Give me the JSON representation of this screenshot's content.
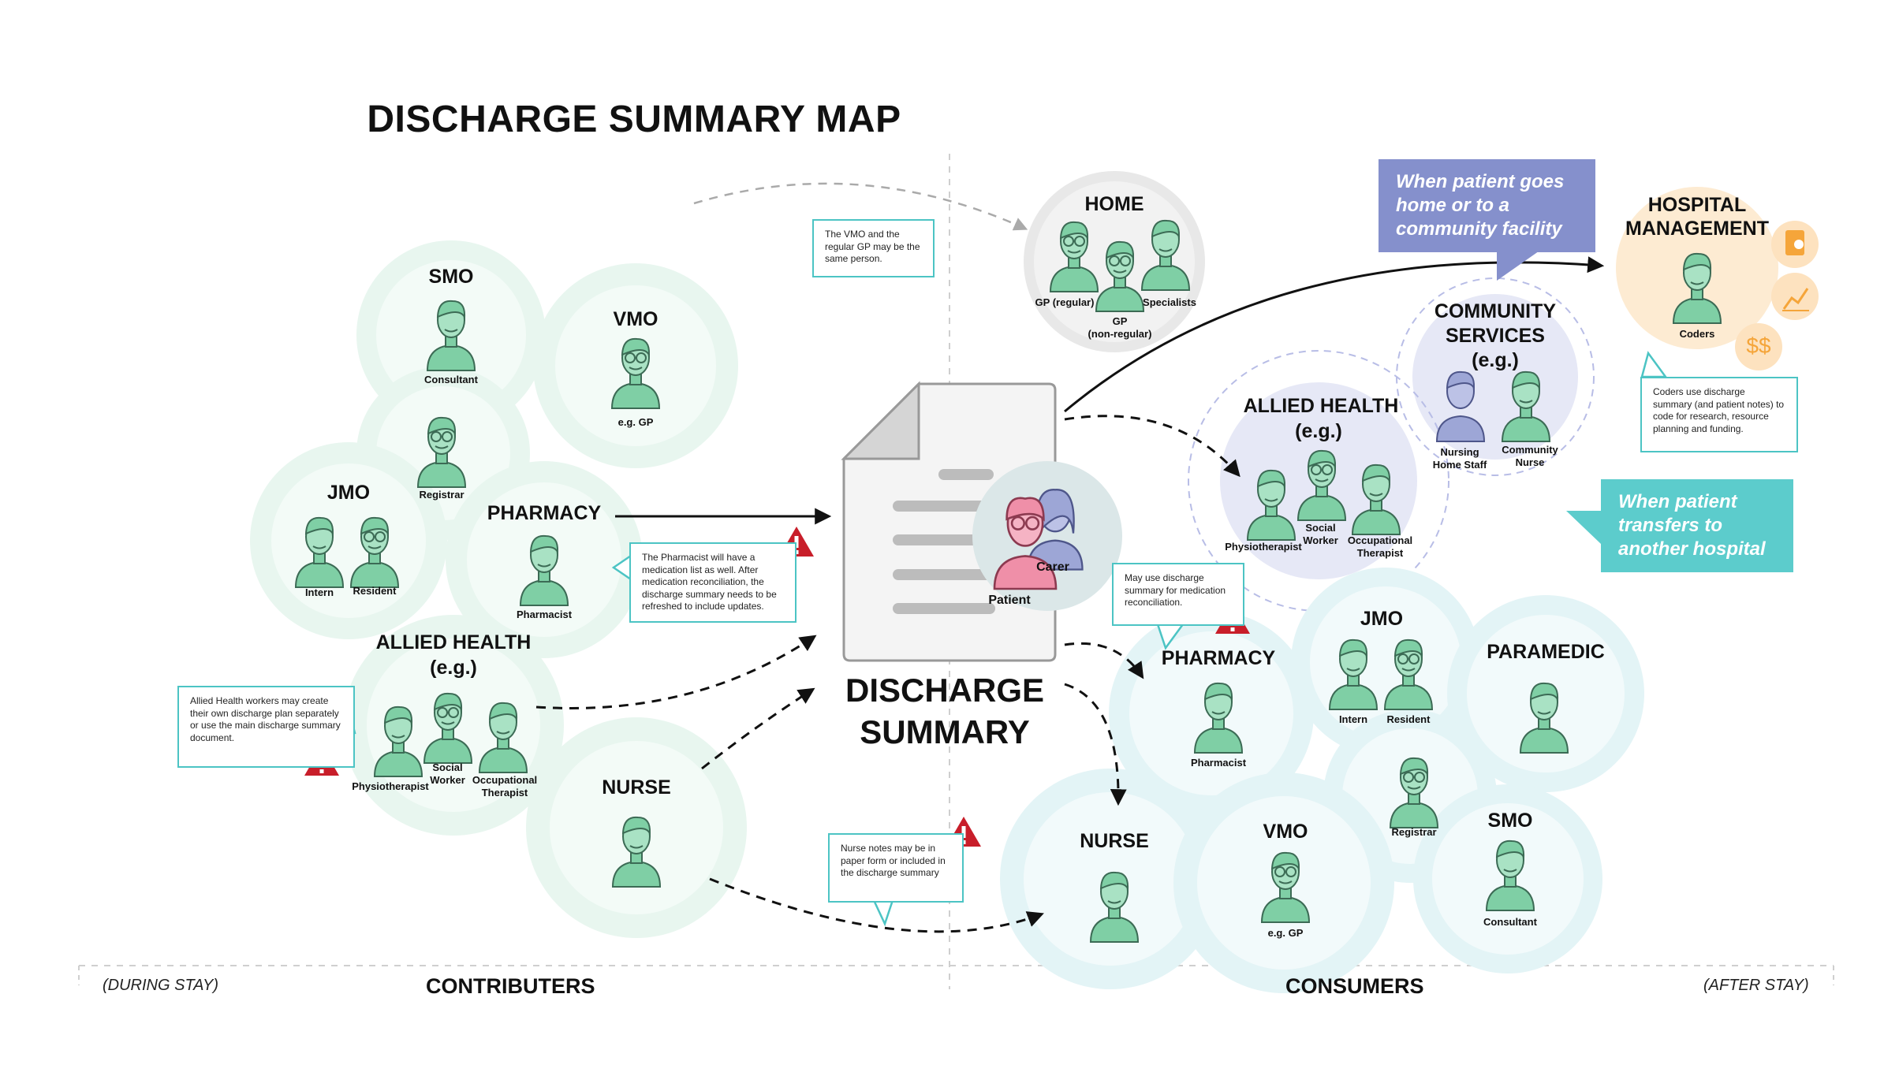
{
  "title": "DISCHARGE SUMMARY MAP",
  "document": {
    "title_line1": "DISCHARGE",
    "title_line2": "SUMMARY",
    "patient": "Patient",
    "carer": "Carer"
  },
  "contributors": {
    "smo": {
      "title": "SMO",
      "role": "Consultant"
    },
    "vmo": {
      "title": "VMO",
      "role": "e.g. GP"
    },
    "registrar": "Registrar",
    "jmo": {
      "title": "JMO",
      "roles": [
        "Intern",
        "Resident"
      ]
    },
    "pharmacy": {
      "title": "PHARMACY",
      "role": "Pharmacist"
    },
    "allied": {
      "title": "ALLIED HEALTH",
      "sub": "(e.g.)",
      "physio": "Physiotherapist",
      "social_1": "Social",
      "social_2": "Worker",
      "ot_1": "Occupational",
      "ot_2": "Therapist"
    },
    "nurse": {
      "title": "NURSE"
    }
  },
  "consumers": {
    "home": {
      "title": "HOME",
      "gp_regular": "GP (regular)",
      "gp_non_1": "GP",
      "gp_non_2": "(non-regular)",
      "specialists": "Specialists"
    },
    "community": {
      "title_1": "COMMUNITY",
      "title_2": "SERVICES",
      "sub": "(e.g.)",
      "nhs_1": "Nursing",
      "nhs_2": "Home Staff",
      "cn_1": "Community",
      "cn_2": "Nurse"
    },
    "allied": {
      "title": "ALLIED HEALTH",
      "sub": "(e.g.)",
      "physio": "Physiotherapist",
      "social_1": "Social",
      "social_2": "Worker",
      "ot_1": "Occupational",
      "ot_2": "Therapist"
    },
    "hospital_management": {
      "title_1": "HOSPITAL",
      "title_2": "MANAGEMENT",
      "role": "Coders",
      "currency": "$$"
    },
    "pharmacy": {
      "title": "PHARMACY",
      "role": "Pharmacist"
    },
    "jmo": {
      "title": "JMO",
      "roles": [
        "Intern",
        "Resident"
      ]
    },
    "paramedic": {
      "title": "PARAMEDIC"
    },
    "registrar": "Registrar",
    "nurse": {
      "title": "NURSE"
    },
    "vmo": {
      "title": "VMO",
      "role": "e.g. GP"
    },
    "smo": {
      "title": "SMO",
      "role": "Consultant"
    }
  },
  "notes": {
    "vmo_gp": "The VMO and the regular GP may be the same person.",
    "pharmacist": "The Pharmacist will have a medication list as well. After medication reconciliation, the discharge summary needs to be refreshed to include updates.",
    "allied": "Allied Health workers may create their own discharge plan separately or use the main discharge summary document.",
    "nurse": "Nurse notes may be in paper form or included in the discharge summary",
    "pharmacy_consumer": "May use discharge summary for medication reconciliation.",
    "coders": "Coders use discharge summary (and patient notes) to code for research, resource planning and funding."
  },
  "banners": {
    "goes_home": "When patient goes home or to a community facility",
    "transfers": "When patient transfers to another hospital"
  },
  "footer": {
    "during": "(DURING STAY)",
    "contributors": "CONTRIBUTERS",
    "consumers": "CONSUMERS",
    "after": "(AFTER STAY)"
  },
  "colors": {
    "green_circle": "#e8f6ef",
    "teal_circle": "#e3f4f6",
    "person": "#7fcfa5",
    "patient": "#ef8fa8",
    "carer": "#9da6d6",
    "note_border": "#4cc4c4",
    "banner_blue": "#8590cc",
    "banner_teal": "#5ccccc",
    "warning": "#c81e2a",
    "management": "#fdebd2"
  }
}
